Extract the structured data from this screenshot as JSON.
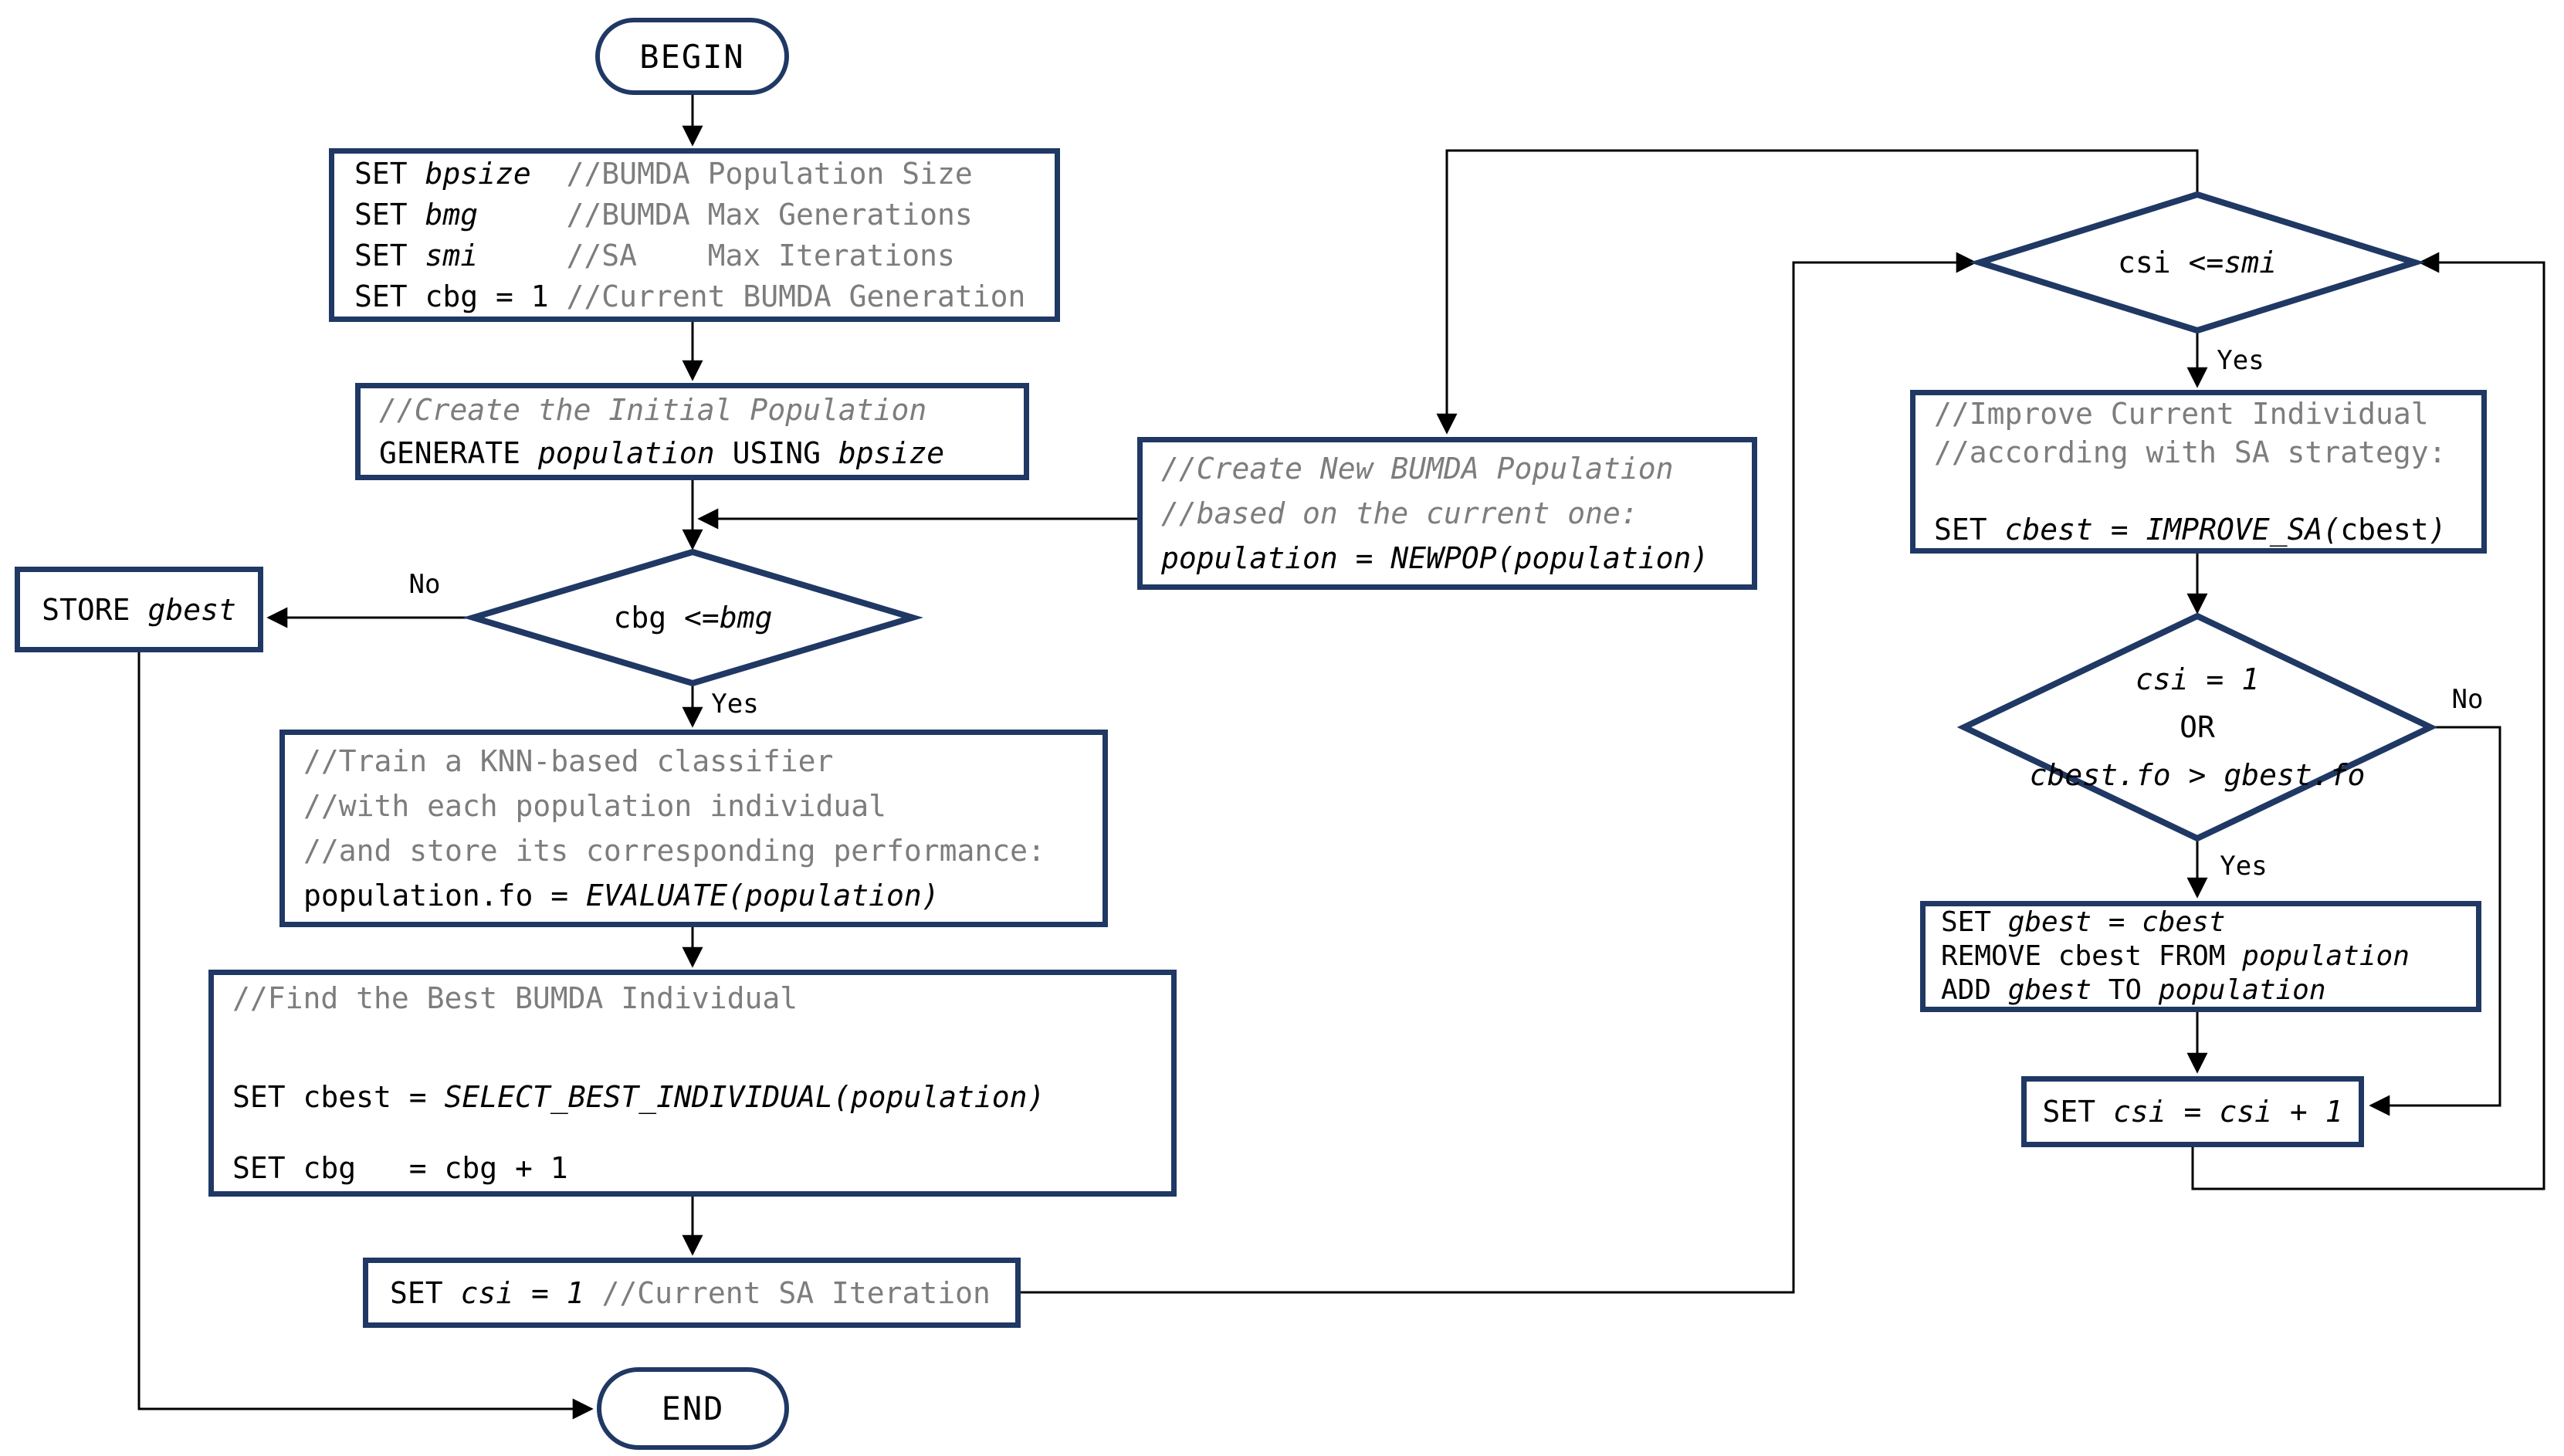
{
  "colors": {
    "shape_border": "#1f3864",
    "text": "#000000",
    "comment": "#7d7d7d",
    "arrow": "#000000",
    "background": "#ffffff"
  },
  "nodes": {
    "begin": {
      "label": "BEGIN"
    },
    "init": {
      "l1": [
        "SET ",
        "bpsize",
        "  //BUMDA Population Size"
      ],
      "l2": [
        "SET ",
        "bmg",
        "     //BUMDA Max Generations"
      ],
      "l3": [
        "SET ",
        "smi",
        "     //SA    Max Iterations"
      ],
      "l4": [
        "SET cbg = 1 ",
        "//Current BUMDA Generation"
      ]
    },
    "create": {
      "c1": "//Create the Initial Population",
      "l2": [
        "GENERATE ",
        "population",
        " USING ",
        "bpsize"
      ]
    },
    "d1": {
      "l": [
        "cbg <= ",
        "bmg"
      ]
    },
    "store": {
      "l": [
        "STORE ",
        "gbest"
      ]
    },
    "knn": {
      "c1": "//Train a KNN-based classifier",
      "c2": "//with each population individual",
      "c3": "//and store its corresponding performance:",
      "l4": [
        "population.fo = ",
        "EVALUATE(population)"
      ]
    },
    "findbest": {
      "c1": "//Find the Best BUMDA Individual",
      "l2": [
        "SET cbest = ",
        "SELECT_BEST_INDIVIDUAL(population)"
      ],
      "l3": "SET cbg   = cbg + 1"
    },
    "setcsi": {
      "l": [
        "SET ",
        "csi = 1 ",
        "//Current SA Iteration"
      ]
    },
    "end": {
      "label": "END"
    },
    "newpop": {
      "c1": "//Create New BUMDA Population",
      "c2": "//based on the current one:",
      "l3": "population = NEWPOP(population)"
    },
    "d2": {
      "l": [
        "csi <= ",
        "smi"
      ]
    },
    "improve": {
      "c1": "//Improve Current Individual",
      "c2": "//according with SA strategy:",
      "l3": [
        "SET ",
        "cbest",
        " = ",
        "IMPROVE_SA(",
        "cbest",
        ")"
      ]
    },
    "d3": {
      "l1": "csi = 1",
      "l2": "OR",
      "l3": "cbest.fo > gbest.fo"
    },
    "update": {
      "l1": [
        "SET ",
        "gbest = cbest"
      ],
      "l2": [
        "REMOVE cbest FROM ",
        "population"
      ],
      "l3": [
        "ADD ",
        "gbest",
        " TO ",
        "population"
      ]
    },
    "inc": {
      "l": [
        "SET ",
        "csi = csi + 1"
      ]
    }
  },
  "labels": {
    "no1": "No",
    "yes1": "Yes",
    "yes2": "Yes",
    "yes3": "Yes",
    "no3": "No"
  }
}
